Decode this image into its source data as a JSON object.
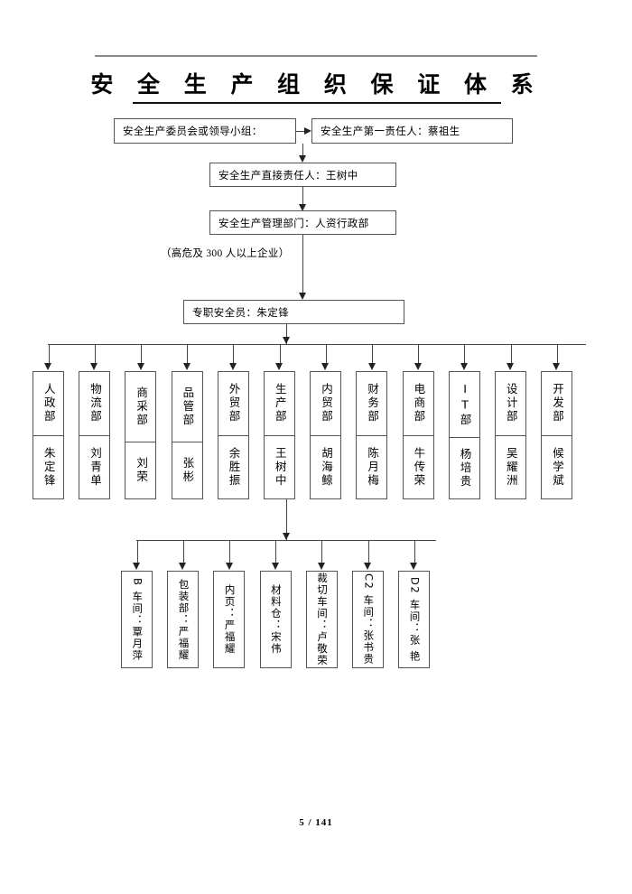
{
  "document": {
    "title": "安 全 生 产 组 织 保 证 体 系",
    "page_footer": "5 / 141"
  },
  "chain": {
    "committee": "安全生产委员会或领导小组：",
    "first_responsible": "安全生产第一责任人：蔡祖生",
    "direct_responsible": "安全生产直接责任人：王树中",
    "management_dept": "安全生产管理部门：人资行政部",
    "note": "（高危及 300 人以上企业）",
    "safety_officer": "专职安全员：朱定锋"
  },
  "departments": [
    {
      "name": "人政部",
      "person": "朱定锋"
    },
    {
      "name": "物流部",
      "person": "刘青单"
    },
    {
      "name": "商采部",
      "person": "刘荣"
    },
    {
      "name": "品管部",
      "person": "张彬"
    },
    {
      "name": "外贸部",
      "person": "余胜振"
    },
    {
      "name": "生产部",
      "person": "王树中"
    },
    {
      "name": "内贸部",
      "person": "胡海鲸"
    },
    {
      "name": "财务部",
      "person": "陈月梅"
    },
    {
      "name": "电商部",
      "person": "牛传荣"
    },
    {
      "name": "IT部",
      "person": "杨培贵"
    },
    {
      "name": "设计部",
      "person": "吴耀洲"
    },
    {
      "name": "开发部",
      "person": "候学斌"
    }
  ],
  "workshops": [
    {
      "label": "B 车间：覃月萍"
    },
    {
      "label": "包装部：严福耀"
    },
    {
      "label": "内页：严福耀"
    },
    {
      "label": "材料仓：宋伟"
    },
    {
      "label": "裁切车间：卢敬荣"
    },
    {
      "label": "C2 车间：张书贵"
    },
    {
      "label": "D2 车间：张 艳"
    }
  ],
  "colors": {
    "box_border": "#555555",
    "line": "#444444",
    "rule": "#8a8a8a",
    "text": "#000000"
  }
}
